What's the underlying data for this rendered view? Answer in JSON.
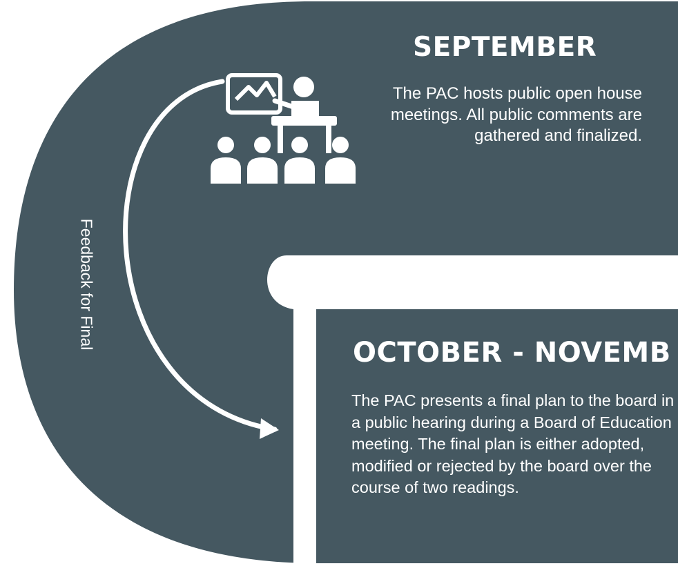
{
  "colors": {
    "panel": "#455861",
    "background": "#ffffff",
    "foreground": "#ffffff"
  },
  "icons": {
    "presentation": "presenter-with-audience-icon",
    "arrow": "curved-arrow-icon"
  },
  "september": {
    "title": "SEPTEMBER",
    "description": "The PAC hosts public open house meetings. All public comments are gathered and finalized."
  },
  "october": {
    "title": "OCTOBER - NOVEMB",
    "description": "The PAC presents a final plan to the board in a public hearing during a Board of Education meeting. The final plan is either adopted, modified or rejected by the board over the course of two readings."
  },
  "arrow_label": "Feedback for Final"
}
